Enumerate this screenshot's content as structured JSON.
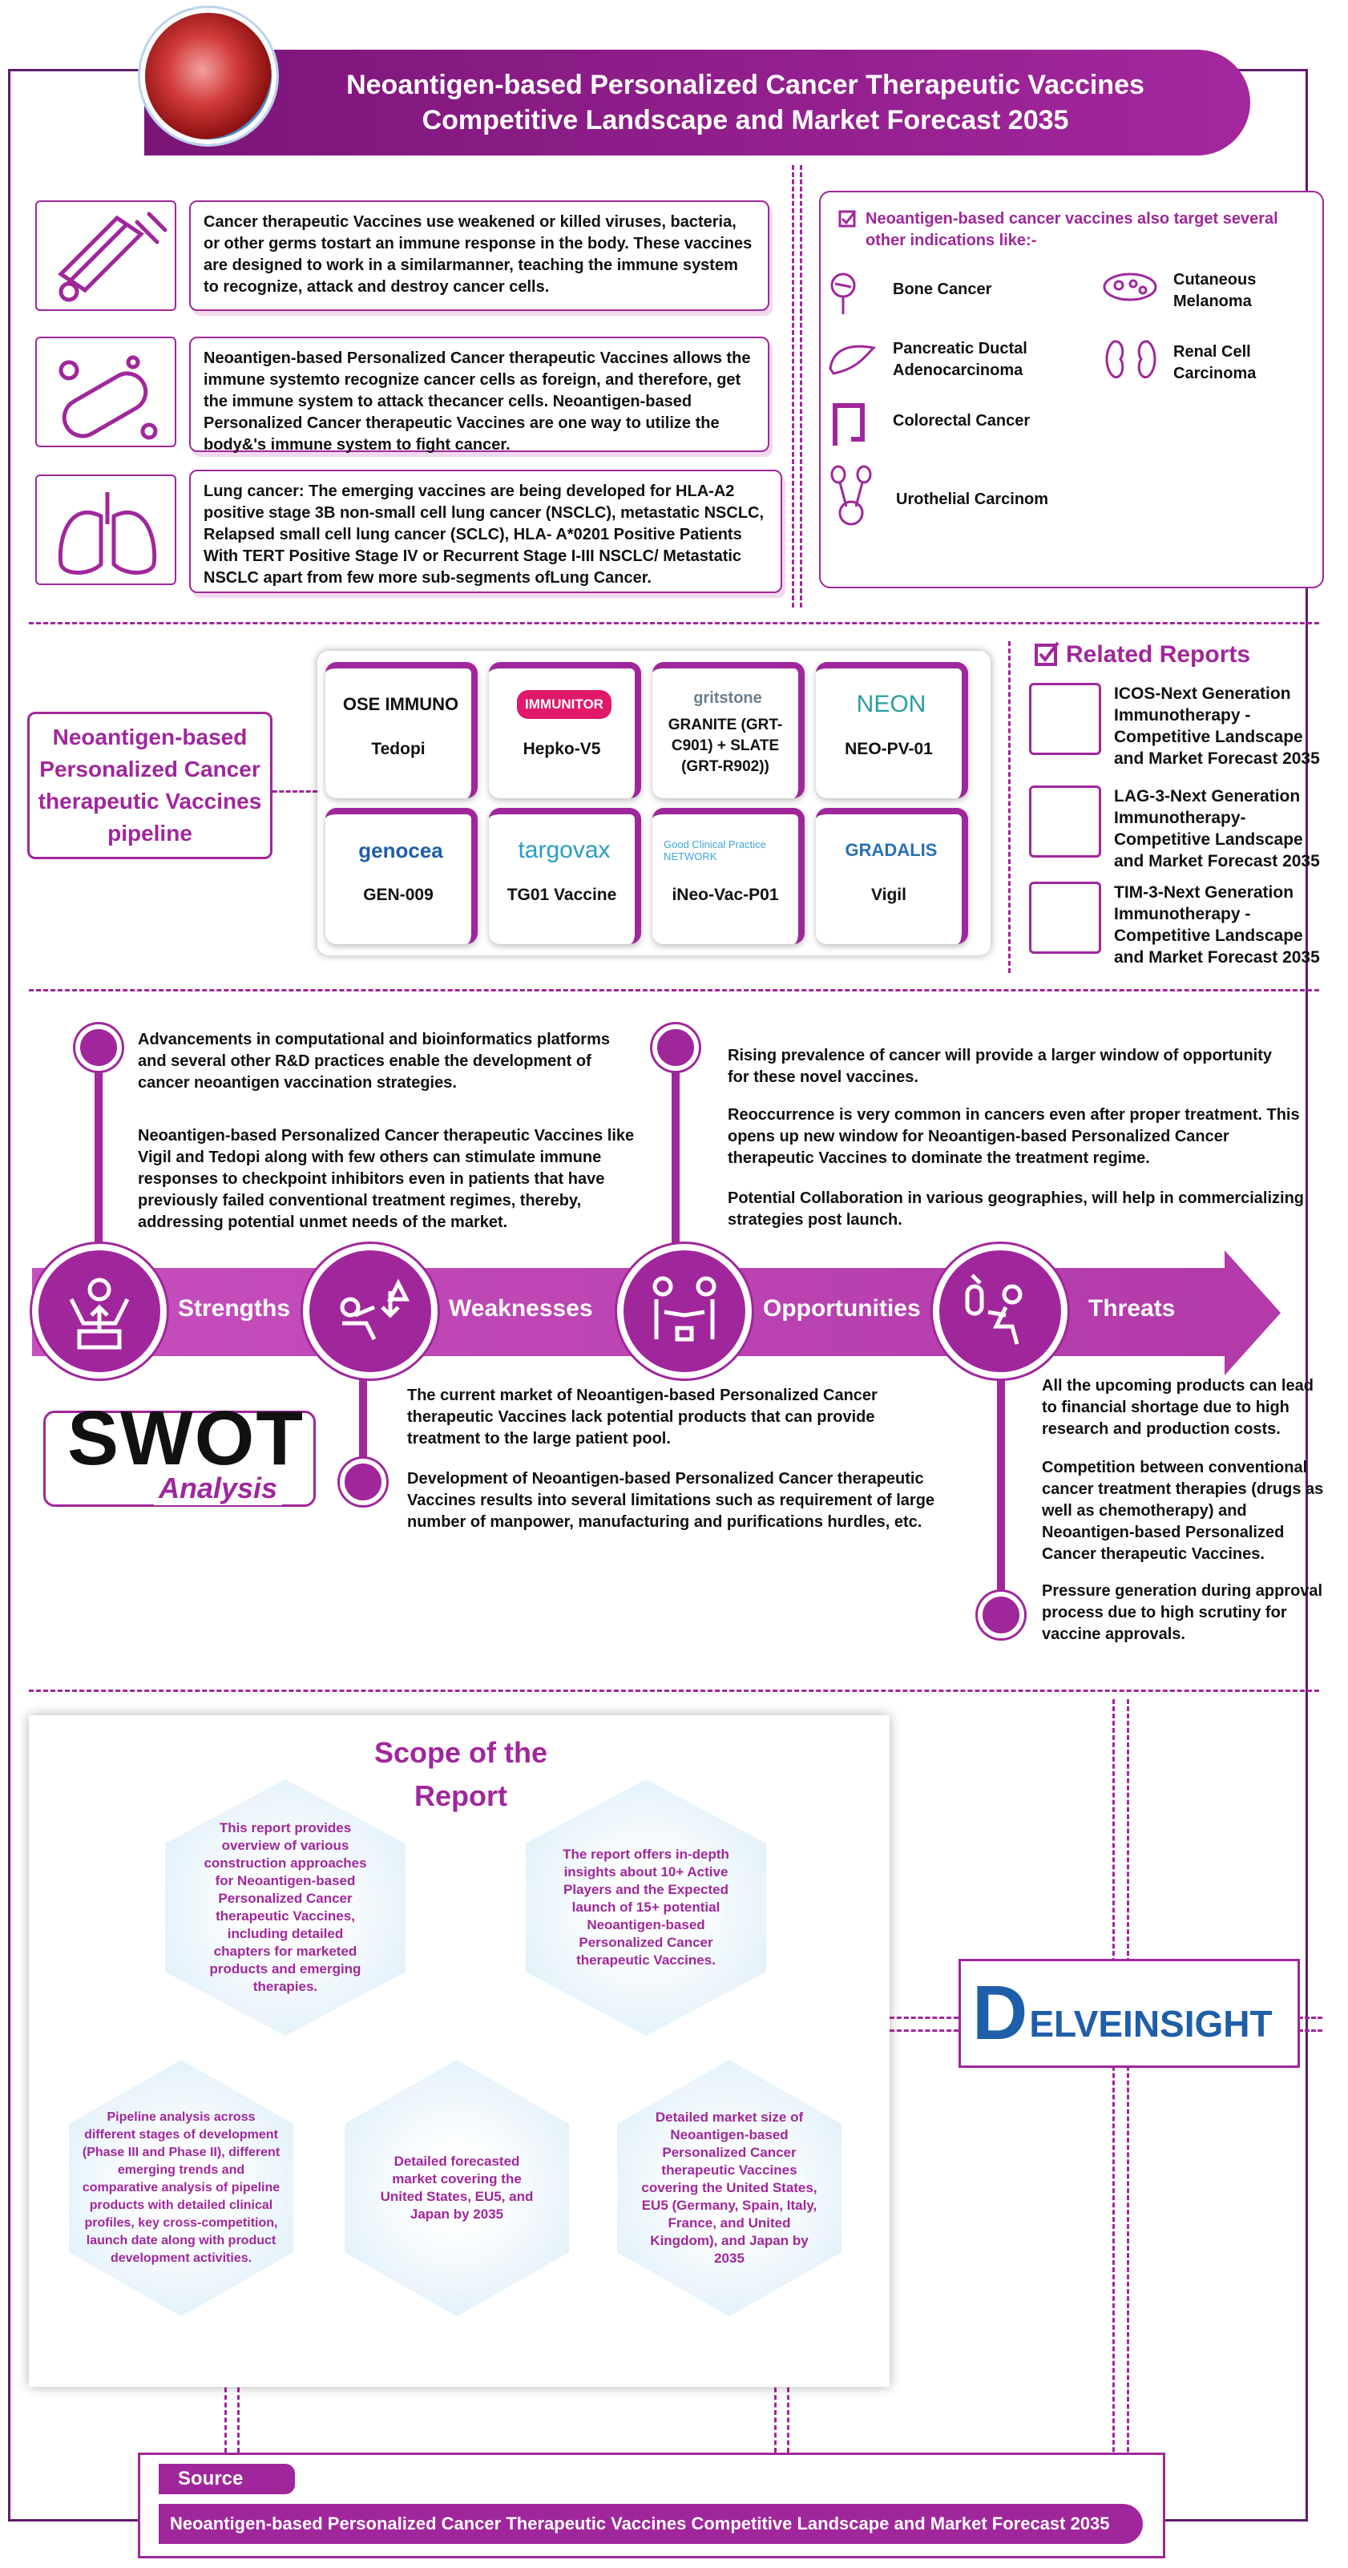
{
  "header": {
    "line1": "Neoantigen-based Personalized Cancer Therapeutic Vaccines",
    "line2": "Competitive Landscape and Market Forecast 2035"
  },
  "intro": [
    "Cancer therapeutic Vaccines use weakened or killed viruses, bacteria, or other germs tostart an immune response in the body. These vaccines are designed to work in a similarmanner, teaching the immune system to recognize, attack and destroy cancer cells.",
    "Neoantigen-based Personalized Cancer therapeutic Vaccines allows the immune systemto recognize cancer cells as foreign, and therefore, get the immune system to attack thecancer cells. Neoantigen-based Personalized Cancer therapeutic Vaccines are one way to utilize the body&'s immune system to fight cancer.",
    "Lung cancer: The emerging vaccines are being developed for HLA-A2 positive stage 3B non-small cell lung cancer (NSCLC), metastatic NSCLC, Relapsed small cell lung cancer (SCLC), HLA- A*0201 Positive Patients With TERT Positive Stage IV or Recurrent Stage I-III NSCLC/ Metastatic NSCLC apart from few more sub-segments ofLung Cancer."
  ],
  "indications": {
    "title": "Neoantigen-based cancer vaccines also target several other indications like:-",
    "items": [
      "Bone Cancer",
      "Cutaneous Melanoma",
      "Pancreatic Ductal Adenocarcinoma",
      "Renal Cell Carcinoma",
      "Colorectal Cancer",
      "Urothelial Carcinom"
    ]
  },
  "pipeline": {
    "label": "Neoantigen-based Personalized Cancer therapeutic Vaccines pipeline",
    "cards": [
      {
        "logo": "OSE IMMUNO",
        "name": "Tedopi"
      },
      {
        "logo": "IMMUNITOR",
        "name": "Hepko-V5"
      },
      {
        "logo": "gritstone",
        "name": "GRANITE (GRT-C901) + SLATE (GRT-R902))"
      },
      {
        "logo": "NEON",
        "name": "NEO-PV-01"
      },
      {
        "logo": "genocea",
        "name": "GEN-009"
      },
      {
        "logo": "targovax",
        "name": "TG01 Vaccine"
      },
      {
        "logo": "Good Clinical Practice NETWORK",
        "name": "iNeo-Vac-P01"
      },
      {
        "logo": "GRADALIS",
        "name": "Vigil"
      }
    ]
  },
  "related": {
    "title": "Related Reports",
    "items": [
      "ICOS-Next Generation Immunotherapy - Competitive Landscape and Market Forecast 2035",
      "LAG-3-Next Generation Immunotherapy- Competitive Landscape and Market Forecast 2035",
      "TIM-3-Next Generation Immunotherapy - Competitive Landscape and Market Forecast 2035"
    ]
  },
  "swot": {
    "labels": [
      "Strengths",
      "Weaknesses",
      "Opportunities",
      "Threats"
    ],
    "logo_big": "SWOT",
    "logo_small": "Analysis",
    "strengths": [
      "Advancements in computational and bioinformatics platforms and several other R&D practices enable the development of cancer neoantigen vaccination strategies.",
      "Neoantigen-based Personalized Cancer therapeutic Vaccines like Vigil and Tedopi along with few others can stimulate immune responses to checkpoint inhibitors even in patients that have previously failed conventional treatment regimes, thereby, addressing potential unmet needs of the market."
    ],
    "weaknesses": [
      "The current market of Neoantigen-based Personalized Cancer therapeutic Vaccines lack potential products that can provide treatment to the large patient pool.",
      "Development of Neoantigen-based Personalized Cancer therapeutic Vaccines results into several limitations such as requirement of large number of manpower, manufacturing and purifications hurdles, etc."
    ],
    "opportunities": [
      "Rising prevalence of cancer will provide a larger window of opportunity for these novel vaccines.",
      "Reoccurrence is very common in cancers even after proper treatment. This opens up new window for Neoantigen-based Personalized Cancer therapeutic Vaccines to dominate the treatment regime.",
      "Potential Collaboration in various geographies, will help in commercializing strategies post launch."
    ],
    "threats": [
      "All the upcoming products can lead to financial shortage due to high research and production costs.",
      "Competition between conventional cancer treatment therapies (drugs as well as chemotherapy) and Neoantigen-based Personalized Cancer therapeutic Vaccines.",
      "Pressure generation during approval process due to high scrutiny for vaccine approvals."
    ]
  },
  "scope": {
    "title": "Scope of the Report",
    "hexes": [
      "This report provides overview of various construction approaches for Neoantigen-based Personalized Cancer therapeutic Vaccines, including detailed chapters for marketed products and emerging therapies.",
      "The report offers in-depth insights about 10+ Active Players and the Expected launch of 15+ potential Neoantigen-based Personalized Cancer therapeutic Vaccines.",
      "Pipeline analysis across different stages of development (Phase III and Phase II), different emerging trends and comparative analysis of pipeline products with detailed clinical profiles, key cross-competition, launch date along with product development activities.",
      "Detailed forecasted market covering the United States, EU5, and Japan by 2035",
      "Detailed market size of Neoantigen-based Personalized Cancer therapeutic Vaccines covering the United States, EU5 (Germany, Spain, Italy, France, and United Kingdom), and Japan by 2035"
    ]
  },
  "brand": {
    "initial": "D",
    "rest": "ELVEINSIGHT"
  },
  "source": {
    "label": "Source",
    "text": "Neoantigen-based Personalized Cancer Therapeutic Vaccines Competitive Landscape and Market Forecast 2035"
  }
}
